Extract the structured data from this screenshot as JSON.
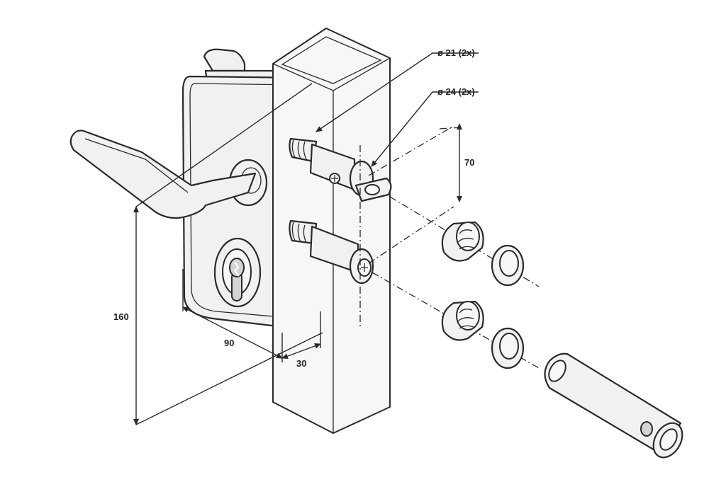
{
  "diagram": {
    "labels": {
      "hole_21": "ø 21 (2x)",
      "hole_24": "ø 24 (2x)",
      "spacing": "70",
      "height": "160",
      "width": "90",
      "depth": "30"
    },
    "colors": {
      "line": "#2a2a2a",
      "fill": "#f1f1f1",
      "background": "#ffffff"
    }
  }
}
